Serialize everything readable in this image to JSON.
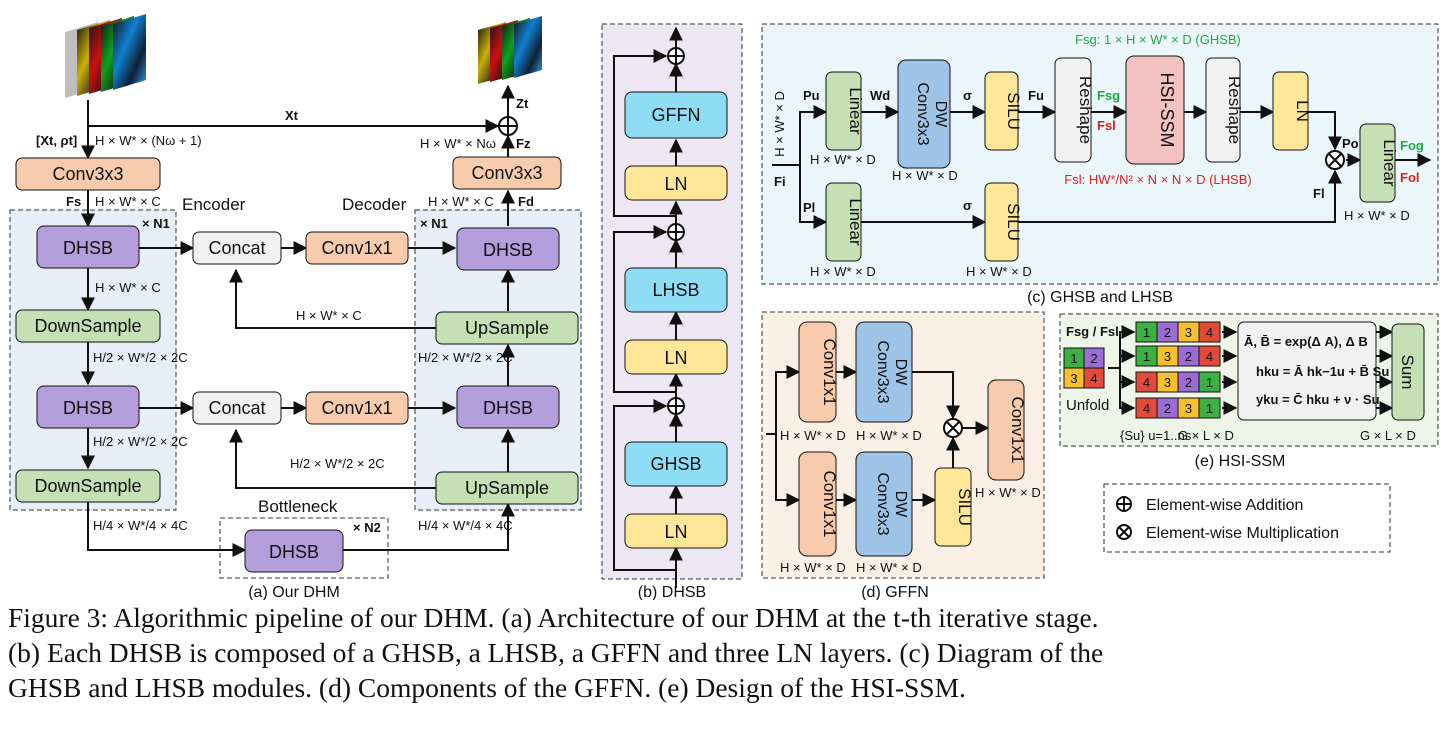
{
  "panel_a": {
    "label": "(a) Our DHM",
    "encoder_label": "Encoder",
    "decoder_label": "Decoder",
    "bottleneck_label": "Bottleneck",
    "conv_in": "Conv3x3",
    "conv_out": "Conv3x3",
    "dhsb": "DHSB",
    "concat": "Concat",
    "conv1x1": "Conv1x1",
    "downsample": "DownSample",
    "upsample": "UpSample",
    "n1": "× N1",
    "n2": "× N2",
    "x_t": "Xt",
    "in_pair": "[Xt, ρt]",
    "in_dim": "H × W* × (Nω + 1)",
    "out_dim": "H × W* × Nω",
    "z_t": "Zt",
    "f_z": "Fz",
    "f_s": "Fs",
    "f_d": "Fd",
    "dim_c": "H × W* × C",
    "dim_2c": "H/2 × W*/2 × 2C",
    "dim_4c": "H/4 × W*/4 × 4C"
  },
  "panel_b": {
    "label": "(b) DHSB",
    "gffn": "GFFN",
    "ln": "LN",
    "lhsb": "LHSB",
    "ghsb": "GHSB"
  },
  "panel_c": {
    "label": "(c) GHSB and LHSB",
    "linear": "Linear",
    "dw": "DW",
    "conv3x3": "Conv3x3",
    "silu": "SILU",
    "reshape": "Reshape",
    "hsi_ssm": "HSI-SSM",
    "ln": "LN",
    "sigma": "σ",
    "p_u": "Pu",
    "w_d": "Wd",
    "f_u": "Fu",
    "p_l": "Pl",
    "f_i": "Fi",
    "f_l": "Fl",
    "p_o": "Po",
    "f_s_g": "Fsg",
    "f_s_l": "Fsl",
    "f_o_g": "Fog",
    "f_o_l": "Fol",
    "ghsb_dim": "Fsg: 1 × H × W* × D (GHSB)",
    "lhsb_dim": "Fsl: HW*/N² × N × N × D (LHSB)",
    "dim": "H × W* × D"
  },
  "panel_d": {
    "label": "(d) GFFN",
    "conv1x1": "Conv1x1",
    "dw": "DW",
    "conv3x3": "Conv3x3",
    "silu": "SILU",
    "dim": "H × W* × D"
  },
  "panel_e": {
    "label": "(e) HSI-SSM",
    "input": "Fsg / Fsl",
    "unfold": "Unfold",
    "sum": "Sum",
    "seq_label": "{Su} u=1..ns",
    "dim_gld": "G × L × D",
    "eq1": "Ā, B̄ = exp(Δ A), Δ B",
    "eq2": "hku = Ā hk−1u + B̄ Su",
    "eq3": "yku = C̄ hku + ν · Su",
    "seq_orders": [
      [
        "1",
        "2",
        "3",
        "4"
      ],
      [
        "1",
        "3",
        "2",
        "4"
      ],
      [
        "4",
        "3",
        "2",
        "1"
      ],
      [
        "4",
        "2",
        "3",
        "1"
      ]
    ]
  },
  "legend": {
    "add": "Element-wise Addition",
    "mul": "Element-wise Multiplication"
  },
  "caption": {
    "line1": "Figure 3: Algorithmic pipeline of our DHM. (a) Architecture of our DHM at the t-th iterative stage.",
    "line2": "(b) Each DHSB is composed of a GHSB, a LHSB, a GFFN and three LN layers. (c) Diagram of the",
    "line3": "GHSB and LHSB modules. (d) Components of the GFFN. (e) Design of the HSI-SSM."
  },
  "colors": {
    "dhsb": "#b39ddb",
    "conv": "#f8cbad",
    "concat": "#f2f2f2",
    "sample": "#c5e0b4",
    "blue": "#9dc3e6",
    "cyan": "#8fdcf5",
    "yellow": "#ffe699",
    "pink": "#f4c2c2",
    "green_text": "#22aa44",
    "red_text": "#e02020",
    "bg_a": "#e8eef8",
    "bg_b": "#eee8f5",
    "bg_c": "#eaf6f9",
    "bg_d": "#fbf0e6",
    "bg_e": "#eef5e8"
  }
}
